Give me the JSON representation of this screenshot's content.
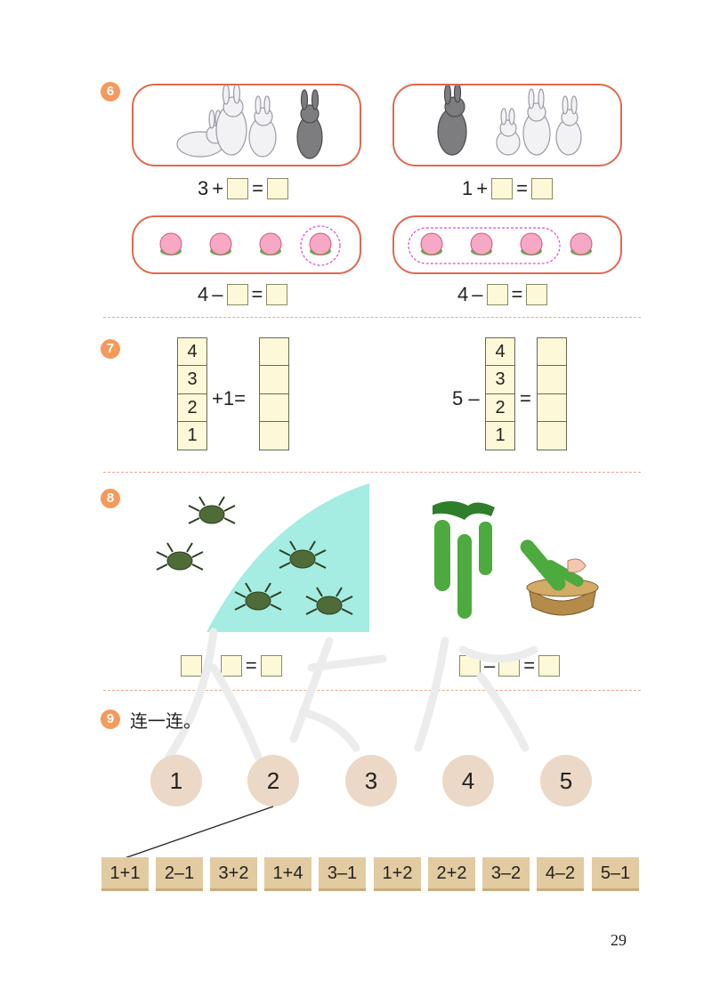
{
  "problems": {
    "p6": {
      "badge": "6",
      "eq1": {
        "a": "3",
        "op": "+",
        "eq": "="
      },
      "eq2": {
        "a": "1",
        "op": "+",
        "eq": "="
      },
      "eq3": {
        "a": "4",
        "op": "–",
        "eq": "="
      },
      "eq4": {
        "a": "4",
        "op": "–",
        "eq": "="
      }
    },
    "p7": {
      "badge": "7",
      "left_column": [
        "4",
        "3",
        "2",
        "1"
      ],
      "left_op": "+1=",
      "right_prefix": "5 –",
      "right_column": [
        "4",
        "3",
        "2",
        "1"
      ],
      "right_eq": "="
    },
    "p8": {
      "badge": "8",
      "eq1": {
        "op": "+",
        "eq": "="
      },
      "eq2": {
        "op": "–",
        "eq": "="
      }
    },
    "p9": {
      "badge": "9",
      "instruction": "连一连。",
      "circles": [
        "1",
        "2",
        "3",
        "4",
        "5"
      ],
      "expressions": [
        "1+1",
        "2–1",
        "3+2",
        "1+4",
        "3–1",
        "1+2",
        "2+2",
        "3–2",
        "4–2",
        "5–1"
      ]
    }
  },
  "page_number": "29",
  "colors": {
    "badge": "#f39a5c",
    "frame": "#e1684f",
    "answer_box": "#fdf8d8",
    "circle": "#ecd8c6",
    "tile": "#e2cba0",
    "water": "#a5ece2"
  }
}
